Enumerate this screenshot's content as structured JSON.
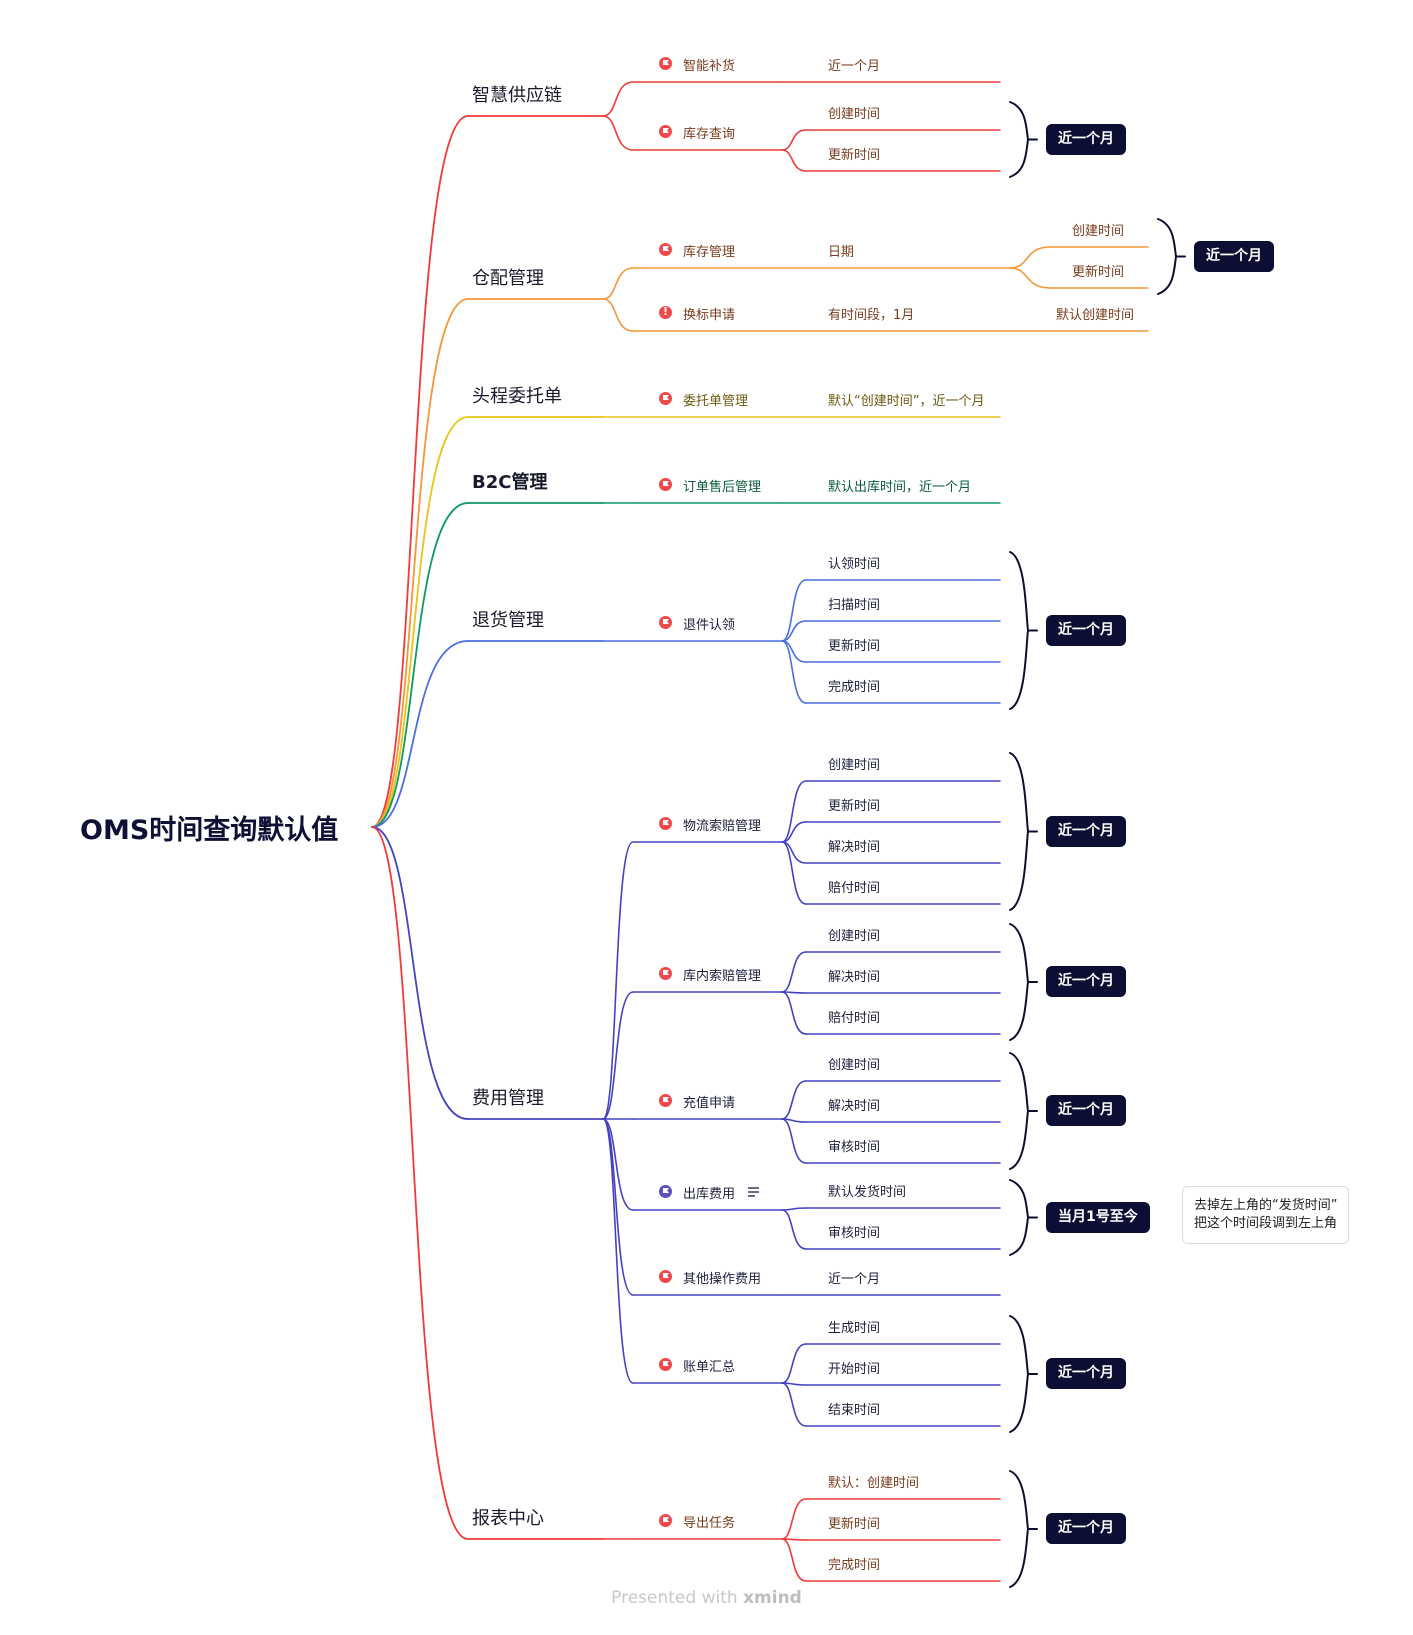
{
  "title": "OMS时间查询默认值",
  "colors": {
    "supply": "#ef3b3b",
    "warehouse": "#f4973a",
    "headhaul": "#e8c516",
    "b2c": "#0f9a63",
    "returns": "#4a6ee0",
    "fees": "#4542c2",
    "reports": "#ef3b3b",
    "bracket": "#0c0f33"
  },
  "branches": [
    {
      "name": "智慧供应链",
      "children": [
        {
          "label": "智能补货",
          "value": "近一个月"
        },
        {
          "label": "库存查询",
          "fields": [
            "创建时间",
            "更新时间"
          ],
          "badge": "近一个月"
        }
      ]
    },
    {
      "name": "仓配管理",
      "children": [
        {
          "label": "库存管理",
          "value": "日期",
          "fields": [
            "创建时间",
            "更新时间"
          ],
          "badge": "近一个月"
        },
        {
          "label": "换标申请",
          "value": "有时间段，1月",
          "extra": "默认创建时间",
          "icon": "alert-icon"
        }
      ]
    },
    {
      "name": "头程委托单",
      "children": [
        {
          "label": "委托单管理",
          "value": "默认“创建时间”，近一个月"
        }
      ]
    },
    {
      "name": "B2C管理",
      "children": [
        {
          "label": "订单售后管理",
          "value": "默认出库时间，近一个月"
        }
      ]
    },
    {
      "name": "退货管理",
      "children": [
        {
          "label": "退件认领",
          "fields": [
            "认领时间",
            "扫描时间",
            "更新时间",
            "完成时间"
          ],
          "badge": "近一个月"
        }
      ]
    },
    {
      "name": "费用管理",
      "children": [
        {
          "label": "物流索赔管理",
          "fields": [
            "创建时间",
            "更新时间",
            "解决时间",
            "赔付时间"
          ],
          "badge": "近一个月"
        },
        {
          "label": "库内索赔管理",
          "fields": [
            "创建时间",
            "解决时间",
            "赔付时间"
          ],
          "badge": "近一个月"
        },
        {
          "label": "充值申请",
          "fields": [
            "创建时间",
            "解决时间",
            "审核时间"
          ],
          "badge": "近一个月"
        },
        {
          "label": "出库费用",
          "fields": [
            "默认发货时间",
            "审核时间"
          ],
          "badge": "当月1号至今",
          "note": [
            "去掉左上角的“发货时间”",
            "把这个时间段调到左上角"
          ]
        },
        {
          "label": "其他操作费用",
          "value": "近一个月"
        },
        {
          "label": "账单汇总",
          "fields": [
            "生成时间",
            "开始时间",
            "结束时间"
          ],
          "badge": "近一个月"
        }
      ]
    },
    {
      "name": "报表中心",
      "children": [
        {
          "label": "导出任务",
          "fields": [
            "默认：创建时间",
            "更新时间",
            "完成时间"
          ],
          "badge": "近一个月"
        }
      ]
    }
  ],
  "footer": {
    "prefix": "Presented with",
    "brand": "xmind"
  }
}
